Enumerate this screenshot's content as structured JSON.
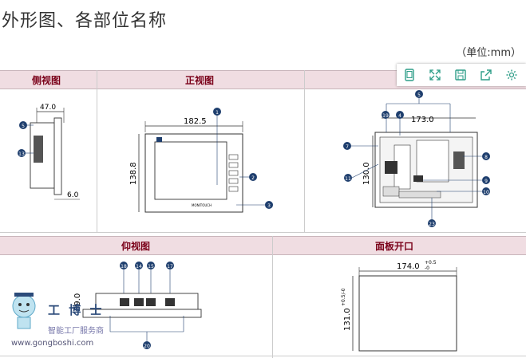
{
  "title": "外形图、各部位名称",
  "unit": "（单位:mm）",
  "toolbar": {
    "icons": [
      "tablet-icon",
      "expand-icon",
      "save-icon",
      "share-icon",
      "settings-icon"
    ]
  },
  "sections": {
    "side": "侧视图",
    "front": "正视图",
    "bottom": "仰视图",
    "cutout": "面板开口"
  },
  "side_view": {
    "width": "47.0",
    "depth": "6.0",
    "markers": [
      "5",
      "13"
    ]
  },
  "front_view": {
    "width": "182.5",
    "height": "138.8",
    "brand": "MONITOUCH",
    "markers": [
      "1",
      "2",
      "3"
    ]
  },
  "back_view": {
    "width": "173.0",
    "height": "130.0",
    "markers": [
      "5",
      "19",
      "4",
      "7",
      "8",
      "11",
      "9",
      "10",
      "23"
    ]
  },
  "bottom_view": {
    "height": "39.0",
    "markers": [
      "18",
      "14",
      "15",
      "17",
      "20"
    ]
  },
  "cutout": {
    "width": "174.0",
    "width_tol_plus": "+0.5",
    "width_tol_minus": "-0",
    "height": "131.0",
    "height_tol": "+0.5/-0"
  },
  "watermark": {
    "brand": "工 博 士",
    "tagline": "智能工厂服务商",
    "url": "www.gongboshi.com"
  },
  "colors": {
    "header_bg": "#f0dde2",
    "header_text": "#7a0019",
    "marker": "#1f3f6e"
  }
}
